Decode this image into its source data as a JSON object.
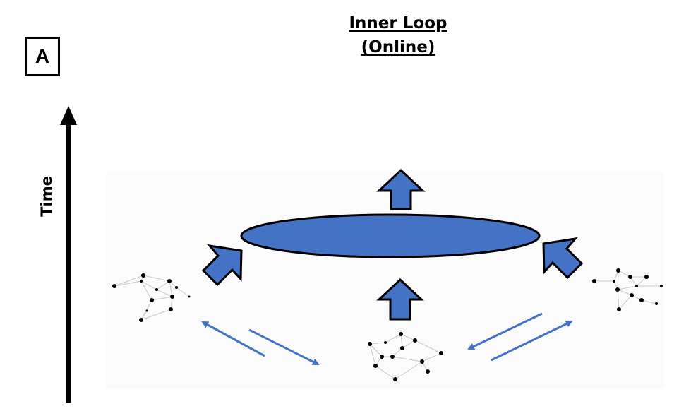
{
  "panel_label": "A",
  "title": {
    "line1": "Inner Loop",
    "line2": "(Online)"
  },
  "axis_label": "Time",
  "colors": {
    "fill": "#4472C4",
    "outline": "#000000",
    "edge": "#c8c8c8",
    "node": "#000000"
  }
}
